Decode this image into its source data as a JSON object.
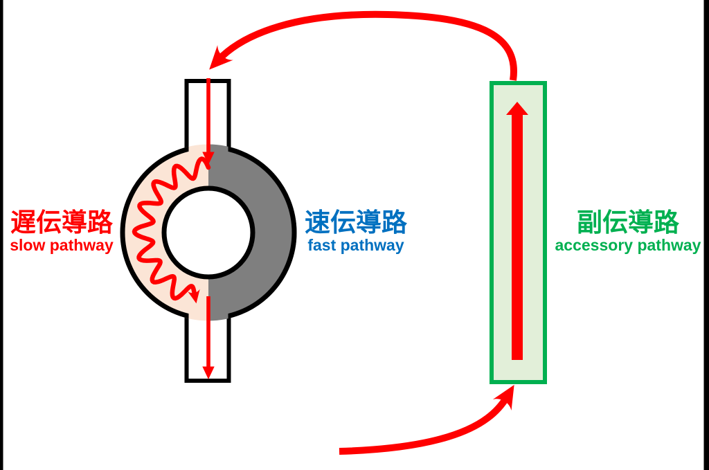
{
  "page": {
    "background": "#ffffff",
    "edge_bar_color": "#000000"
  },
  "labels": {
    "slow": {
      "jp": "遅伝導路",
      "en": "slow pathway",
      "color": "#ff0000"
    },
    "fast": {
      "jp": "速伝導路",
      "en": "fast pathway",
      "color": "#0070c0"
    },
    "accessory": {
      "jp": "副伝導路",
      "en": "accessory pathway",
      "color": "#00b050"
    }
  },
  "diagram": {
    "arrow_color": "#ff0000",
    "av_node_ring": {
      "outline_color": "#000000",
      "slow_half_color": "#fbe5d6",
      "fast_half_color": "#7f7f7f",
      "tube_fill": "#ffffff"
    },
    "accessory_rect": {
      "fill": "#e2efd9",
      "border": "#00b050"
    }
  }
}
